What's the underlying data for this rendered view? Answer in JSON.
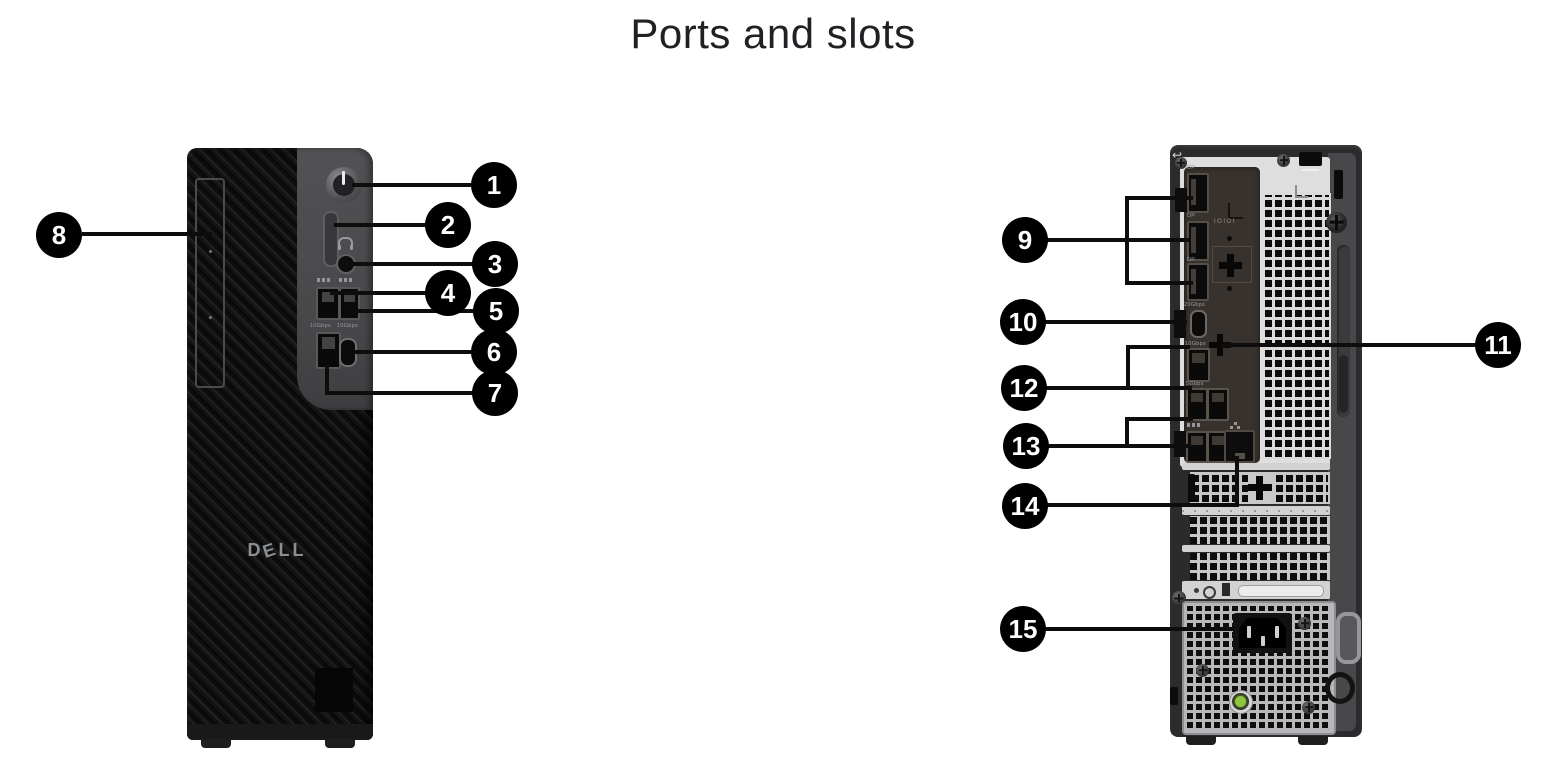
{
  "title": "Ports and slots",
  "front": {
    "logo_letters": [
      "D",
      "E",
      "L",
      "L"
    ],
    "port_labels": {
      "usb_row2_left": "10Gbps",
      "usb_row2_right": "10Gbps"
    }
  },
  "back": {
    "serial_label": "IOIOI",
    "port_labels": {
      "dp": "DP",
      "usbc": "20Gbps",
      "usb10": "10Gbps",
      "usb5": "5Gbps"
    }
  },
  "callouts": {
    "c1": "1",
    "c2": "2",
    "c3": "3",
    "c4": "4",
    "c5": "5",
    "c6": "6",
    "c7": "7",
    "c8": "8",
    "c9": "9",
    "c10": "10",
    "c11": "11",
    "c12": "12",
    "c13": "13",
    "c14": "14",
    "c15": "15"
  },
  "colors": {
    "background": "#ffffff",
    "line": "#0d0d0d",
    "callout_bg": "#000000",
    "callout_text": "#ffffff",
    "led_green": "#8ec63f"
  }
}
